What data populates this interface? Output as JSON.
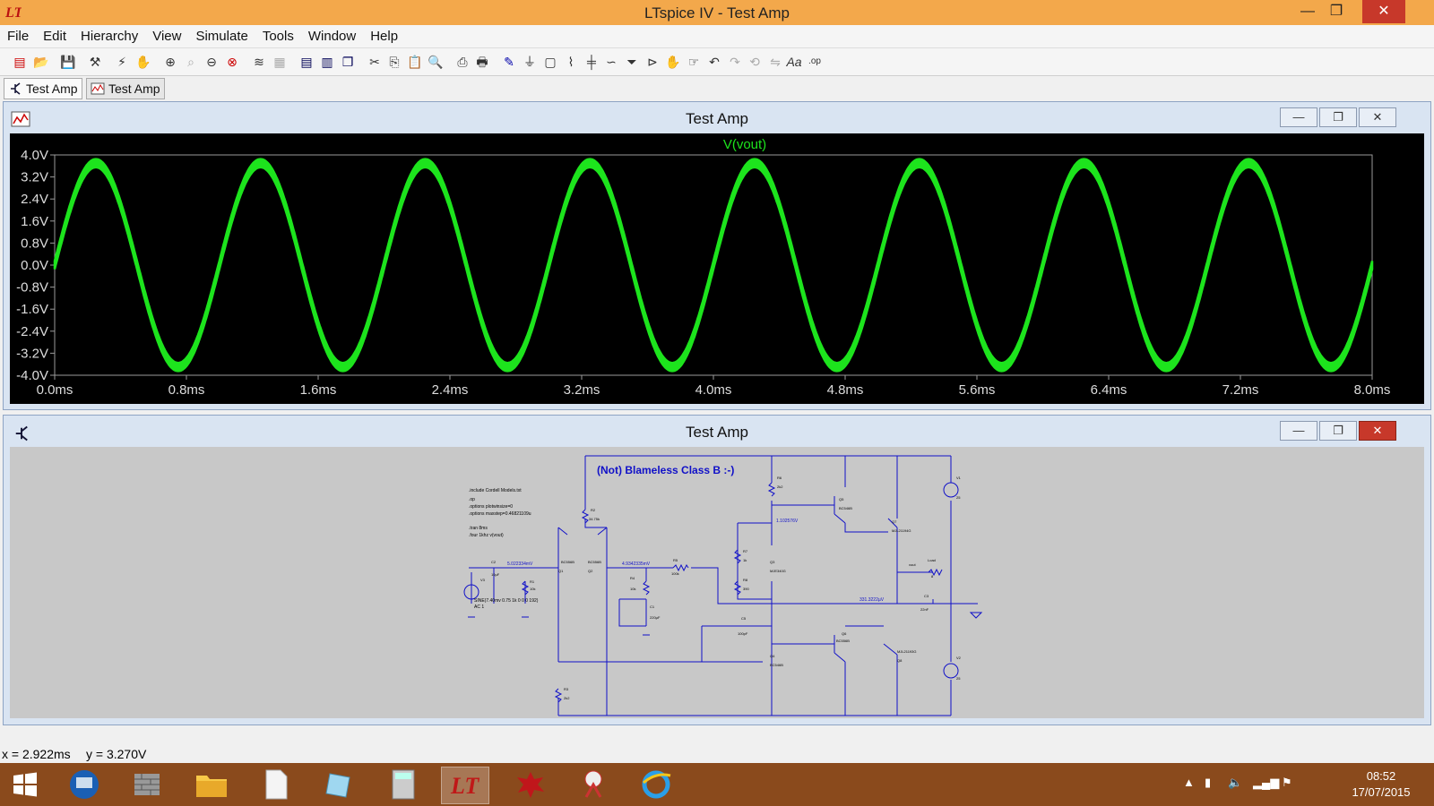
{
  "window": {
    "title": "LTspice IV - Test Amp",
    "controls": {
      "minimize": "—",
      "restore": "❐",
      "close": "✕"
    }
  },
  "menu": [
    "File",
    "Edit",
    "Hierarchy",
    "View",
    "Simulate",
    "Tools",
    "Window",
    "Help"
  ],
  "tabs": [
    {
      "label": "Test Amp",
      "kind": "schematic"
    },
    {
      "label": "Test Amp",
      "kind": "waveform"
    }
  ],
  "waveform_window": {
    "title": "Test Amp",
    "trace_label": "V(vout)",
    "trace_color": "#1de41d"
  },
  "schematic_window": {
    "title": "Test Amp",
    "heading": "(Not) Blameless Class B :-)",
    "directives": [
      ".include Cordell Models.txt",
      ".op",
      ".options plotwinsize=0",
      ".options maxstep=0.46821109u",
      ".tran 8ms",
      ".four 1khz v(vout)"
    ],
    "source_label": [
      "SINE(7.40mv 0.75 1k 0 0 0 192)",
      "AC 1"
    ],
    "node_labels": [
      "5.022334mV",
      "4.9342335mV",
      "1.102576V",
      "331.3222µV"
    ],
    "components": [
      "C2",
      "10µF",
      "R1",
      "10k",
      "V3",
      "Q1",
      "BC556B",
      "Q2",
      "BC556B",
      "R2",
      "34.75k",
      "R4",
      "10k",
      "C1",
      "220µF",
      "R5",
      "100k",
      "R3",
      "2k2",
      "R6",
      "2k2",
      "R7",
      "1k",
      "R8",
      "390",
      "Q3",
      "MJE340G",
      "C5",
      "100pF",
      "Q4",
      "BC546B",
      "Q5",
      "BC546B",
      "Q6",
      "BC556B",
      "Q7",
      "MJL21194G",
      "Q8",
      "MJL21193G",
      "vout",
      "Load",
      "8",
      "C3",
      "22nF",
      "V1",
      "25",
      "V2",
      "25"
    ]
  },
  "status": {
    "x_readout": "x = 2.922ms",
    "y_readout": "y = 3.270V"
  },
  "taskbar": {
    "apps": [
      "start",
      "remote-desktop",
      "firewall",
      "file-explorer",
      "notepad",
      "notes",
      "calculator",
      "ltspice",
      "paint-splat",
      "snipping-tool",
      "internet-explorer"
    ],
    "time": "08:52",
    "date": "17/07/2015"
  },
  "chart_data": {
    "type": "line",
    "title": "V(vout)",
    "xlabel": "",
    "ylabel": "",
    "x_ticks": [
      "0.0ms",
      "0.8ms",
      "1.6ms",
      "2.4ms",
      "3.2ms",
      "4.0ms",
      "4.8ms",
      "5.6ms",
      "6.4ms",
      "7.2ms",
      "8.0ms"
    ],
    "y_ticks": [
      "4.0V",
      "3.2V",
      "2.4V",
      "1.6V",
      "0.8V",
      "0.0V",
      "-0.8V",
      "-1.6V",
      "-2.4V",
      "-3.2V",
      "-4.0V"
    ],
    "xlim": [
      0,
      8
    ],
    "ylim": [
      -4,
      4
    ],
    "series": [
      {
        "name": "V(vout)",
        "frequency_khz": 1,
        "amplitude_v": 3.7,
        "band_v": 0.3,
        "phase": 0
      }
    ],
    "grid": false,
    "x_units": "ms",
    "y_units": "V"
  }
}
